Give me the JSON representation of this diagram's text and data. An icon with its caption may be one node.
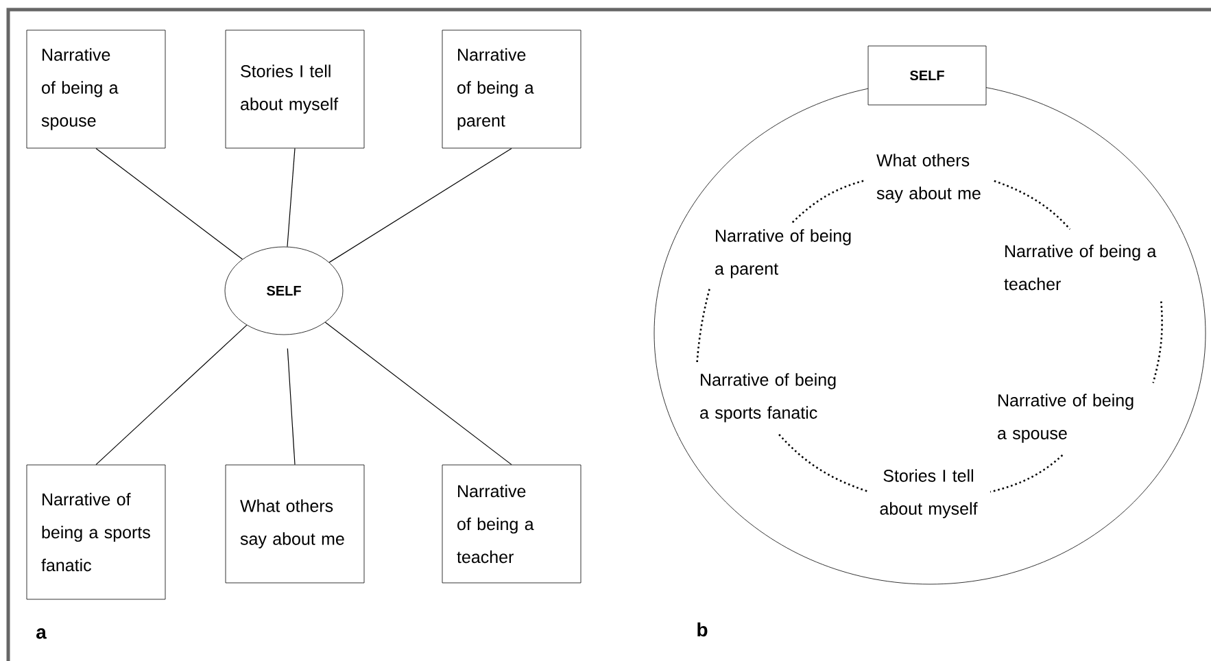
{
  "diagram": {
    "nodes": [
      {
        "text": [
          "Narrative of being a spouse"
        ]
      },
      {
        "text": [
          "Stories I tell about myself"
        ]
      },
      {
        "text": [
          "Narrative of being a parent"
        ]
      },
      {
        "text": [
          "SELF"
        ]
      },
      {
        "text": [
          "Narrative of being a sports fanatic"
        ]
      },
      {
        "text": [
          "What others say about me"
        ]
      },
      {
        "text": [
          "Narrative of being a teacher"
        ]
      },
      {
        "text": [],
        "shape": "circle"
      },
      {
        "text": [
          "SELF"
        ]
      },
      {
        "text": [
          "What others say about me"
        ],
        "in": 7
      },
      {
        "text": [
          "Narrative of being a teacher"
        ],
        "in": 7
      },
      {
        "text": [
          "Narrative of being a spouse"
        ],
        "in": 7
      },
      {
        "text": [
          "Stories I tell about myself"
        ],
        "in": 7
      },
      {
        "text": [
          "Narrative of being a sports fanatic"
        ],
        "in": 7
      },
      {
        "text": [
          "Narrative of being a parent"
        ],
        "in": 7
      }
    ],
    "edges": [
      {
        "from": 3,
        "to": 0,
        "arrow": "none"
      },
      {
        "from": 3,
        "to": 1,
        "arrow": "none"
      },
      {
        "from": 3,
        "to": 2,
        "arrow": "none"
      },
      {
        "from": 3,
        "to": 4,
        "arrow": "none"
      },
      {
        "from": 3,
        "to": 5,
        "arrow": "none"
      },
      {
        "from": 3,
        "to": 6,
        "arrow": "none"
      },
      {
        "from": 9,
        "to": 10,
        "arrow": "none",
        "style": "dashed"
      },
      {
        "from": 10,
        "to": 11,
        "arrow": "none",
        "style": "dashed"
      },
      {
        "from": 11,
        "to": 12,
        "arrow": "none",
        "style": "dashed"
      },
      {
        "from": 12,
        "to": 13,
        "arrow": "none",
        "style": "dashed"
      },
      {
        "from": 13,
        "to": 14,
        "arrow": "none",
        "style": "dashed"
      },
      {
        "from": 14,
        "to": 9,
        "arrow": "none",
        "style": "dashed"
      }
    ],
    "labels": [
      "a",
      "b"
    ]
  }
}
